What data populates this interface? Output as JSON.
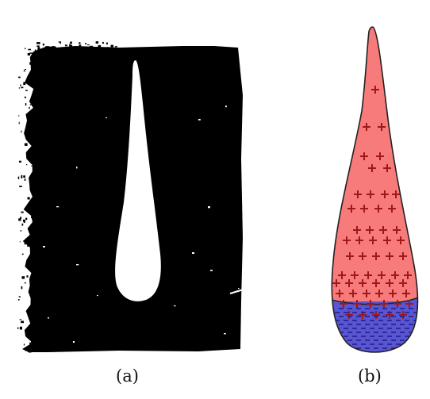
{
  "panels": [
    {
      "id": "a",
      "label": "(a)",
      "kind": "photograph",
      "colors": {
        "background": "#000000",
        "drop": "#ffffff"
      }
    },
    {
      "id": "b",
      "label": "(b)",
      "kind": "schematic",
      "colors": {
        "upper_fill": "#f77b7b",
        "plus_sign": "#a01818",
        "lower_fill": "#5a55d0",
        "minus_sign": "#1c1c8a",
        "outline": "#222222"
      },
      "upper_symbol": "+",
      "lower_symbol": "−"
    }
  ]
}
